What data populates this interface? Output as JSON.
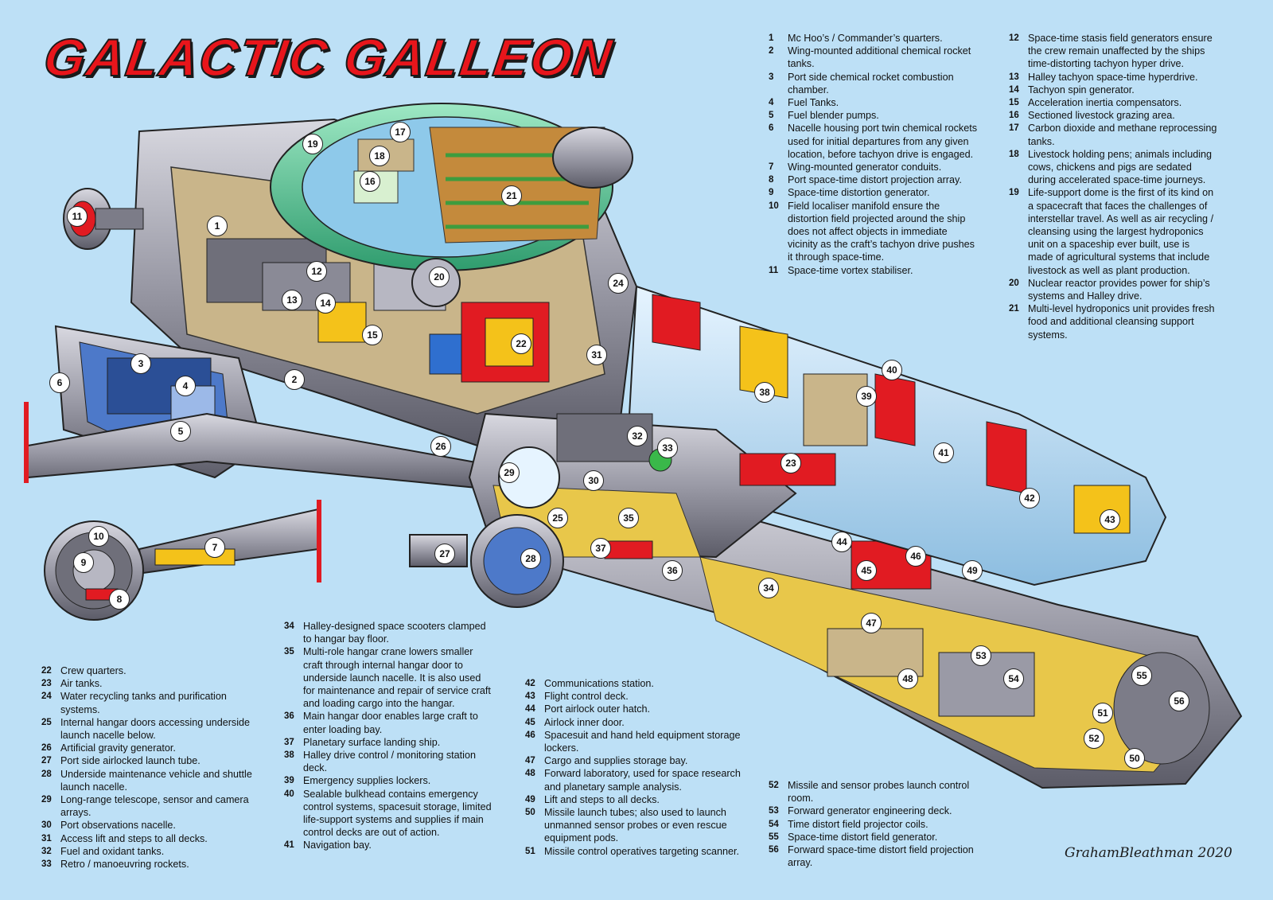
{
  "title": "GALACTIC GALLEON",
  "signature": "GrahamBleathman 2020",
  "legend": {
    "column_a": [
      {
        "n": "1",
        "text": "Mc Hoo’s / Commander’s quarters."
      },
      {
        "n": "2",
        "text": "Wing-mounted additional chemical rocket tanks."
      },
      {
        "n": "3",
        "text": "Port side chemical rocket combustion chamber."
      },
      {
        "n": "4",
        "text": "Fuel Tanks."
      },
      {
        "n": "5",
        "text": "Fuel blender pumps."
      },
      {
        "n": "6",
        "text": "Nacelle housing port twin chemical rockets used for initial departures from any given location, before tachyon drive is engaged."
      },
      {
        "n": "7",
        "text": "Wing-mounted generator conduits."
      },
      {
        "n": "8",
        "text": "Port space-time distort projection array."
      },
      {
        "n": "9",
        "text": "Space-time distortion generator."
      },
      {
        "n": "10",
        "text": "Field localiser manifold ensure the distortion field projected around the ship does not affect objects in immediate vicinity as the craft’s tachyon drive pushes it through space-time."
      },
      {
        "n": "11",
        "text": "Space-time vortex stabiliser."
      }
    ],
    "column_b": [
      {
        "n": "12",
        "text": "Space-time stasis field generators ensure the crew remain unaffected by the ships time-distorting tachyon hyper drive."
      },
      {
        "n": "13",
        "text": "Halley tachyon space-time hyperdrive."
      },
      {
        "n": "14",
        "text": "Tachyon spin generator."
      },
      {
        "n": "15",
        "text": "Acceleration inertia compensators."
      },
      {
        "n": "16",
        "text": "Sectioned livestock grazing area."
      },
      {
        "n": "17",
        "text": "Carbon dioxide and methane reprocessing tanks."
      },
      {
        "n": "18",
        "text": "Livestock holding pens; animals including cows, chickens and pigs are sedated during accelerated space-time journeys."
      },
      {
        "n": "19",
        "text": "Life-support dome is the first of its kind on a spacecraft that faces the challenges of interstellar travel. As well as air recycling / cleansing using the largest hydroponics unit on a spaceship ever built, use is made of agricultural systems that include livestock as well as plant production."
      },
      {
        "n": "20",
        "text": "Nuclear reactor provides power for ship’s systems and Halley drive."
      },
      {
        "n": "21",
        "text": "Multi-level hydroponics unit provides fresh food and additional cleansing support systems."
      }
    ],
    "column_c": [
      {
        "n": "22",
        "text": "Crew quarters."
      },
      {
        "n": "23",
        "text": "Air tanks."
      },
      {
        "n": "24",
        "text": "Water recycling tanks and purification systems."
      },
      {
        "n": "25",
        "text": "Internal hangar doors accessing underside launch nacelle below."
      },
      {
        "n": "26",
        "text": "Artificial gravity generator."
      },
      {
        "n": "27",
        "text": "Port side airlocked launch tube."
      },
      {
        "n": "28",
        "text": "Underside maintenance vehicle and shuttle launch nacelle."
      },
      {
        "n": "29",
        "text": "Long-range telescope, sensor and camera arrays."
      },
      {
        "n": "30",
        "text": "Port observations nacelle."
      },
      {
        "n": "31",
        "text": "Access lift and steps to all decks."
      },
      {
        "n": "32",
        "text": "Fuel and oxidant tanks."
      },
      {
        "n": "33",
        "text": "Retro / manoeuvring rockets."
      }
    ],
    "column_d": [
      {
        "n": "34",
        "text": "Halley-designed space scooters clamped to hangar bay floor."
      },
      {
        "n": "35",
        "text": "Multi-role hangar crane lowers smaller craft through internal hangar door to underside launch nacelle.  It is also used for maintenance and repair of service craft and loading cargo into the hangar."
      },
      {
        "n": "36",
        "text": "Main hangar door enables large craft to enter loading bay."
      },
      {
        "n": "37",
        "text": "Planetary surface landing ship."
      },
      {
        "n": "38",
        "text": "Halley drive control / monitoring station deck."
      },
      {
        "n": "39",
        "text": "Emergency supplies lockers."
      },
      {
        "n": "40",
        "text": "Sealable bulkhead contains emergency control systems, spacesuit storage, limited life-support systems and supplies if main control decks are out of action."
      },
      {
        "n": "41",
        "text": "Navigation bay."
      }
    ],
    "column_e": [
      {
        "n": "42",
        "text": "Communications station."
      },
      {
        "n": "43",
        "text": "Flight control deck."
      },
      {
        "n": "44",
        "text": "Port airlock outer hatch."
      },
      {
        "n": "45",
        "text": "Airlock inner door."
      },
      {
        "n": "46",
        "text": "Spacesuit and hand held equipment storage lockers."
      },
      {
        "n": "47",
        "text": "Cargo and supplies storage bay."
      },
      {
        "n": "48",
        "text": "Forward laboratory, used for space research and planetary sample analysis."
      },
      {
        "n": "49",
        "text": "Lift and steps to all decks."
      },
      {
        "n": "50",
        "text": "Missile launch tubes; also used to launch unmanned sensor probes or even rescue equipment pods."
      },
      {
        "n": "51",
        "text": "Missile control operatives targeting scanner."
      }
    ],
    "column_f": [
      {
        "n": "52",
        "text": "Missile and sensor probes launch control room."
      },
      {
        "n": "53",
        "text": "Forward generator engineering deck."
      },
      {
        "n": "54",
        "text": "Time distort field projector coils."
      },
      {
        "n": "55",
        "text": "Space-time distort field generator."
      },
      {
        "n": "56",
        "text": "Forward space-time distort field projection array."
      }
    ]
  },
  "callouts": [
    "1",
    "2",
    "3",
    "4",
    "5",
    "6",
    "7",
    "8",
    "9",
    "10",
    "11",
    "12",
    "13",
    "14",
    "15",
    "16",
    "17",
    "18",
    "19",
    "20",
    "21",
    "22",
    "23",
    "24",
    "25",
    "26",
    "27",
    "28",
    "29",
    "30",
    "31",
    "32",
    "33",
    "34",
    "35",
    "36",
    "37",
    "38",
    "39",
    "40",
    "41",
    "42",
    "43",
    "44",
    "45",
    "46",
    "47",
    "48",
    "49",
    "50",
    "51",
    "52",
    "53",
    "54",
    "55",
    "56"
  ],
  "colors": {
    "background": "#bde0f6",
    "title": "#e8151b",
    "hull": "#9a9aa6",
    "dome": "#55c49a",
    "accent_red": "#e11b22",
    "accent_yellow": "#f4c21a"
  }
}
